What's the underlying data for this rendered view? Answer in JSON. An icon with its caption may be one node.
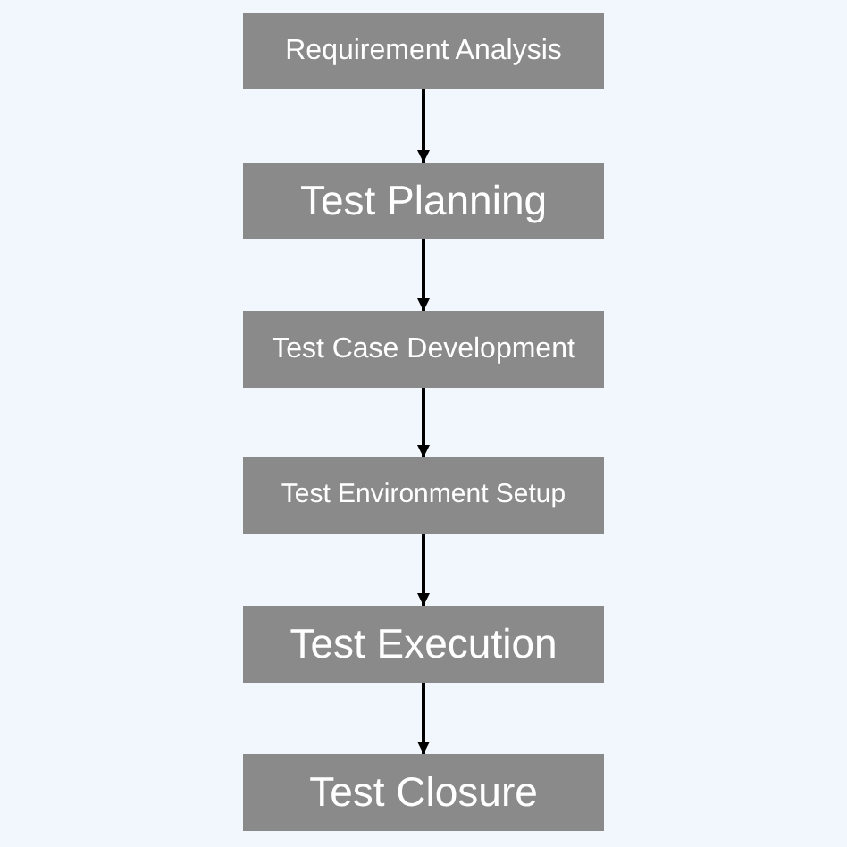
{
  "diagram": {
    "nodes": [
      {
        "text": [
          "Requirement Analysis"
        ]
      },
      {
        "text": [
          "Test Planning"
        ]
      },
      {
        "text": [
          "Test Case Development"
        ]
      },
      {
        "text": [
          "Test Environment Setup"
        ]
      },
      {
        "text": [
          "Test Execution"
        ]
      },
      {
        "text": [
          "Test Closure"
        ]
      }
    ],
    "edges": [
      {
        "from": 0,
        "to": 1,
        "arrow": "to"
      },
      {
        "from": 1,
        "to": 2,
        "arrow": "to"
      },
      {
        "from": 2,
        "to": 3,
        "arrow": "to"
      },
      {
        "from": 3,
        "to": 4,
        "arrow": "to"
      },
      {
        "from": 4,
        "to": 5,
        "arrow": "to"
      }
    ]
  }
}
